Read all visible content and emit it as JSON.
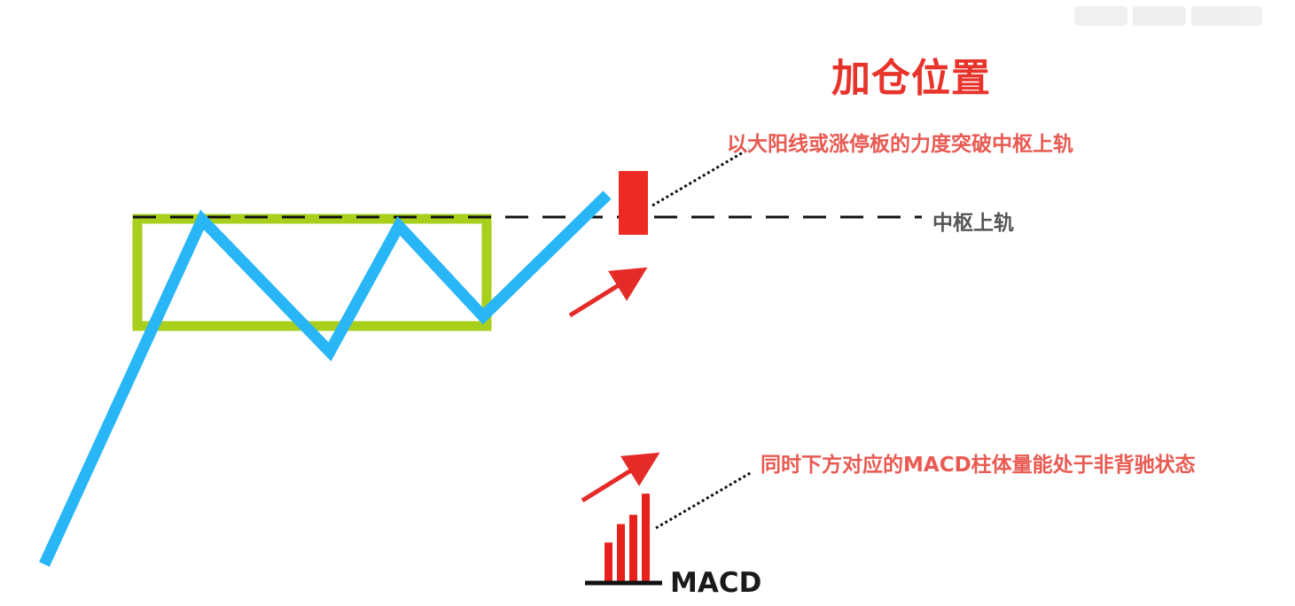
{
  "title": "加仓位置",
  "annotations": {
    "breakout_note": "以大阳线或涨停板的力度突破中枢上轨",
    "upper_rail_label": "中枢上轨",
    "macd_note": "同时下方对应的MACD柱体量能处于非背驰状态",
    "macd_label": "MACD"
  },
  "macd_bars": [
    0.42,
    0.62,
    0.72,
    0.95
  ],
  "colors": {
    "price_line": "#29b6f6",
    "pivot_box": "#a8cf1c",
    "breakout_candle": "#ee2a24",
    "arrow": "#e42b27",
    "macd_bar": "#e8211c",
    "dashed_line": "#111111",
    "title": "#e8332b",
    "note_text": "#e85a52"
  },
  "watermark": {
    "icon": "bilibili-logo-icon"
  }
}
